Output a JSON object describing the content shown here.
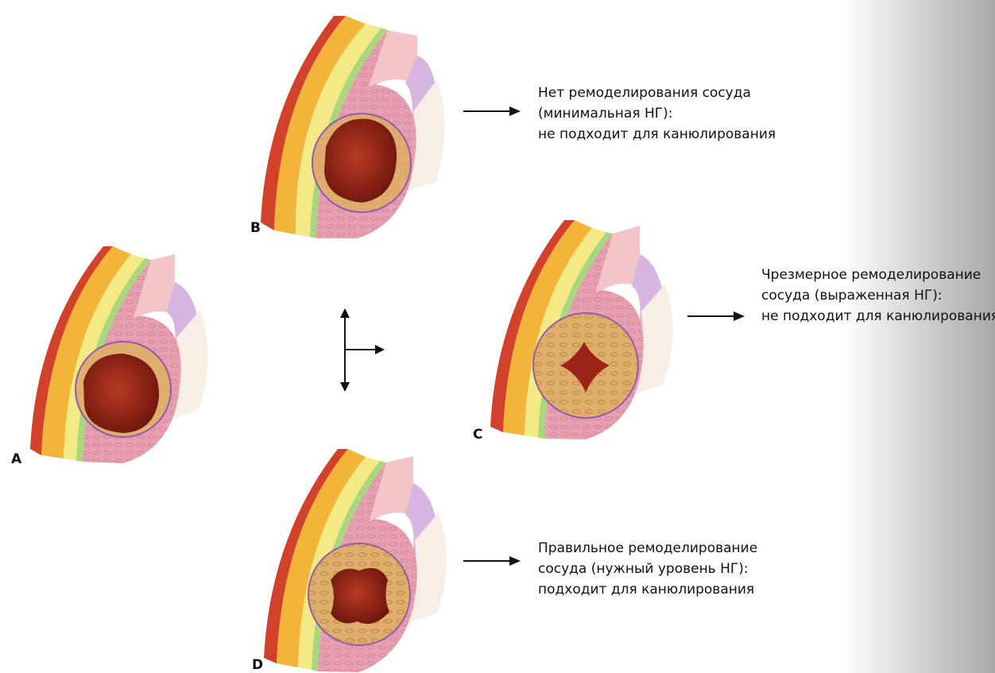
{
  "figure": {
    "panels": [
      {
        "id": "A",
        "letter": "A"
      },
      {
        "id": "B",
        "letter": "B",
        "caption": [
          "Нет ремоделирования сосуда",
          "(минимальная НГ):",
          "не подходит для канюлирования"
        ]
      },
      {
        "id": "C",
        "letter": "C",
        "caption": [
          "Чрезмерное ремоделирование",
          "сосуда (выраженная НГ):",
          "не подходит для канюлирования"
        ]
      },
      {
        "id": "D",
        "letter": "D",
        "caption": [
          "Правильное ремоделирование",
          "сосуда (нужный уровень НГ):",
          "подходит для канюлирования"
        ]
      }
    ]
  },
  "colors": {
    "adventitia_orange": "#f2b53a",
    "yellow_layer": "#f3ea86",
    "green_layer": "#a9d77e",
    "pink_block": "#f4c5c8",
    "muscle_pink": "#e7a0b0",
    "purple_layer": "#d7b6e2",
    "cream_layer": "#f7eee6",
    "intima_tan": "#e0ae6c",
    "lumen_red": "#9b2418",
    "outer_red": "#d2422a"
  }
}
